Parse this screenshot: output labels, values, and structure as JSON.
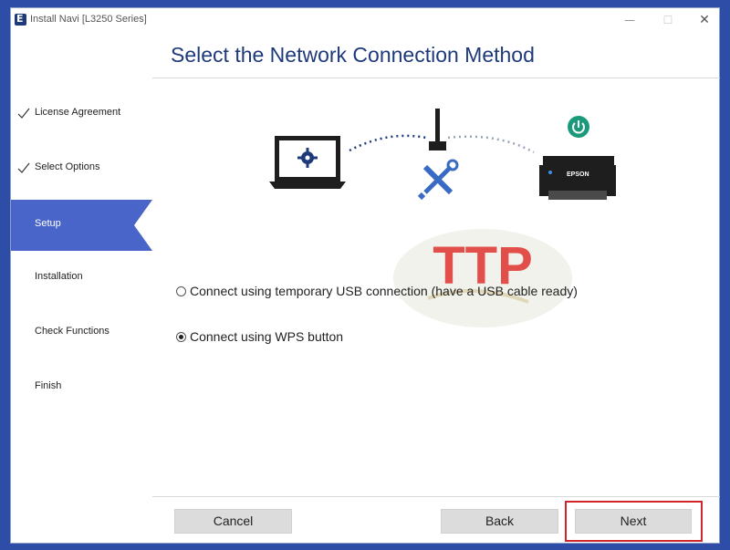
{
  "window": {
    "title": "Install Navi [L3250 Series]",
    "app_icon_letter": "E"
  },
  "sidebar": {
    "items": [
      {
        "label": "License Agreement",
        "done": true,
        "active": false
      },
      {
        "label": "Select Options",
        "done": true,
        "active": false
      },
      {
        "label": "Setup",
        "done": false,
        "active": true
      },
      {
        "label": "Installation",
        "done": false,
        "active": false
      },
      {
        "label": "Check Functions",
        "done": false,
        "active": false
      },
      {
        "label": "Finish",
        "done": false,
        "active": false
      }
    ]
  },
  "main": {
    "heading": "Select the Network Connection Method",
    "printer_brand": "EPSON",
    "options": [
      {
        "label": "Connect using temporary USB connection (have a USB cable ready)",
        "selected": false
      },
      {
        "label": "Connect using WPS button",
        "selected": true
      }
    ],
    "watermark_text": "TTP"
  },
  "footer": {
    "cancel_label": "Cancel",
    "back_label": "Back",
    "next_label": "Next"
  },
  "colors": {
    "accent": "#4a65c9",
    "heading": "#1f3a7a",
    "highlight": "#d0252a",
    "power": "#1a9a7a"
  }
}
